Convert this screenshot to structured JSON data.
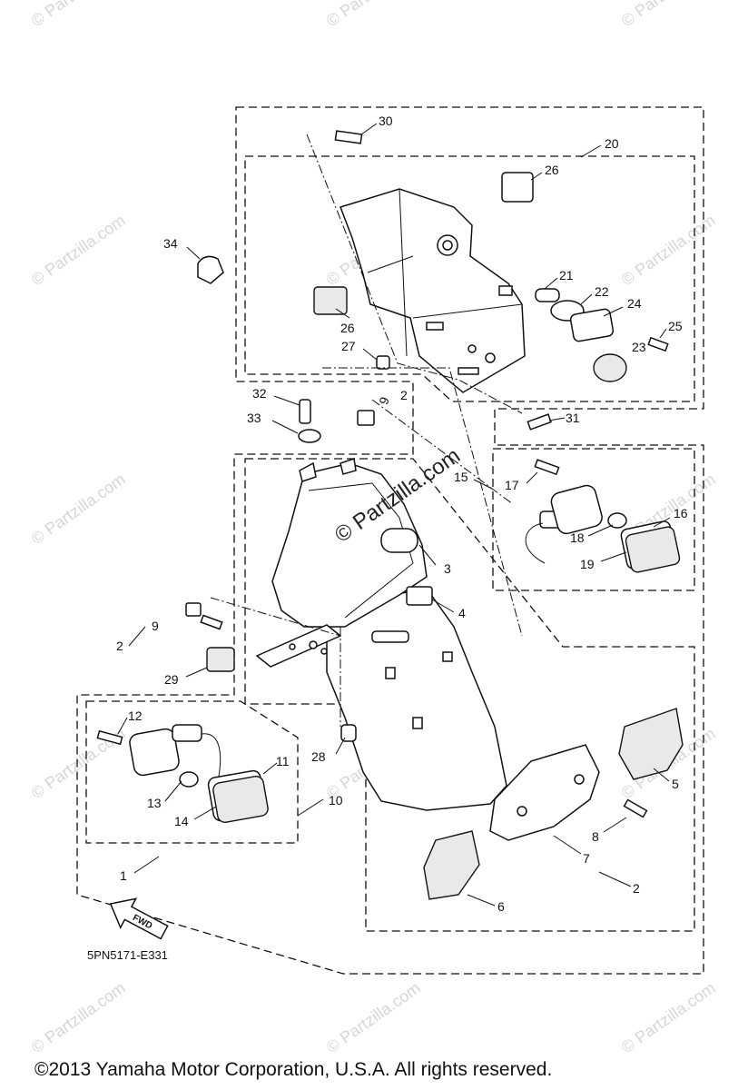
{
  "watermark": {
    "text": "© Partzilla.com",
    "center_text": "© Partzilla.com"
  },
  "callouts": {
    "n1": "1",
    "n2a": "2",
    "n2b": "2",
    "n2c": "2",
    "n3": "3",
    "n4": "4",
    "n5": "5",
    "n6": "6",
    "n7": "7",
    "n8": "8",
    "n9a": "9",
    "n9b": "9",
    "n10": "10",
    "n11": "11",
    "n12": "12",
    "n13": "13",
    "n14": "14",
    "n15": "15",
    "n16": "16",
    "n17": "17",
    "n18": "18",
    "n19": "19",
    "n20": "20",
    "n21": "21",
    "n22": "22",
    "n23": "23",
    "n24": "24",
    "n25": "25",
    "n26a": "26",
    "n26b": "26",
    "n27": "27",
    "n28": "28",
    "n29": "29",
    "n30": "30",
    "n31": "31",
    "n32": "32",
    "n33": "33",
    "n34": "34"
  },
  "fwd_label": "FWD",
  "diagram_code": "5PN5171-E331",
  "copyright": "©2013  Yamaha Motor Corporation, U.S.A. All rights reserved."
}
